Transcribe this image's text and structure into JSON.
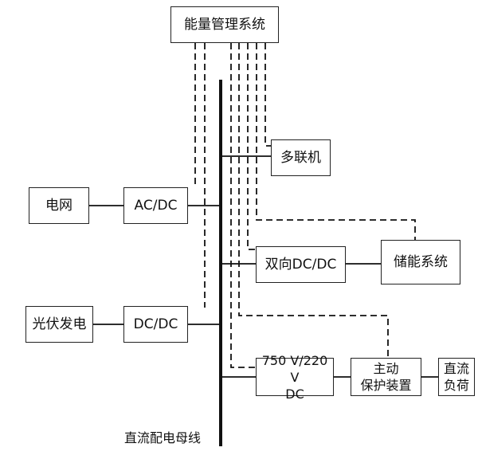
{
  "nodes": {
    "ems": "能量管理系统",
    "multi_split": "多联机",
    "grid": "电网",
    "acdc": "AC/DC",
    "bidir_dcdc": "双向DC/DC",
    "storage": "储能系统",
    "pv": "光伏发电",
    "dcdc": "DC/DC",
    "converter": "750 V/220 V\nDC",
    "protection": "主动\n保护装置",
    "dc_load": "直流\n负荷"
  },
  "bus_label": "直流配电母线",
  "colors": {
    "line": "#111111",
    "box_border": "#222222"
  }
}
